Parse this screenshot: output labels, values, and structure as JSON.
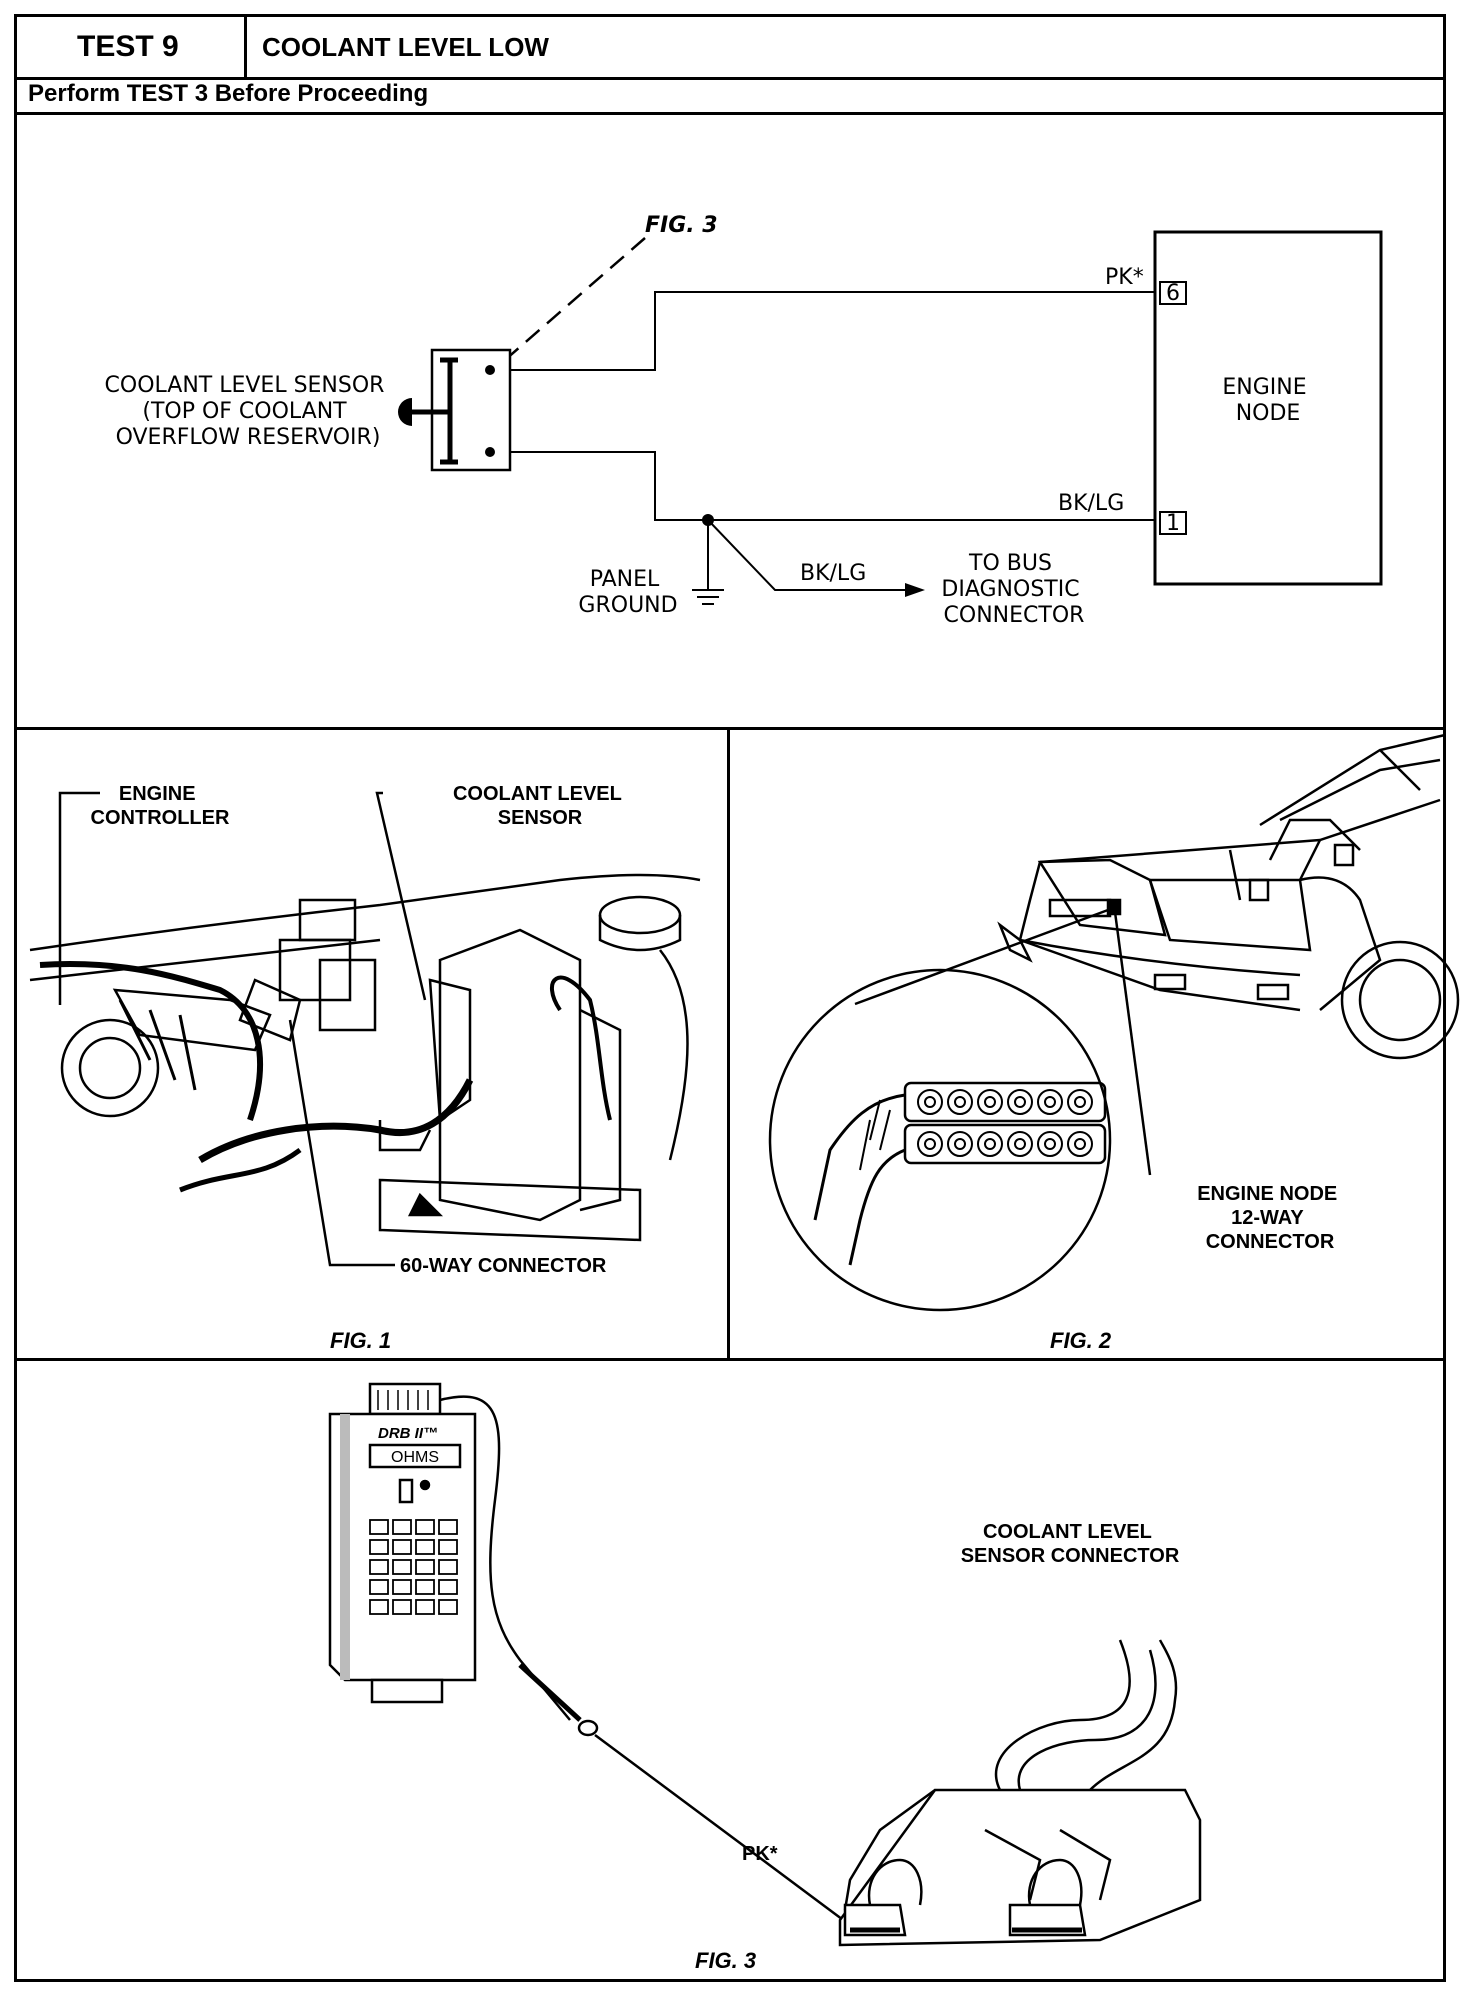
{
  "header": {
    "test_number": "TEST 9",
    "title": "COOLANT LEVEL LOW",
    "subtitle": "Perform TEST 3 Before Proceeding"
  },
  "schematic": {
    "fig_ref": "FIG. 3",
    "sensor_label": [
      "COOLANT LEVEL SENSOR",
      "(TOP OF COOLANT",
      "OVERFLOW RESERVOIR)"
    ],
    "node_label": [
      "ENGINE",
      "NODE"
    ],
    "wire_top_color": "PK*",
    "pin_top": "6",
    "wire_bottom_color": "BK/LG",
    "pin_bottom": "1",
    "ground_label": [
      "PANEL",
      "GROUND"
    ],
    "bus_wire_color": "BK/LG",
    "bus_label": [
      "TO BUS",
      "DIAGNOSTIC",
      "CONNECTOR"
    ]
  },
  "fig1": {
    "caption": "FIG. 1",
    "label_engine_controller": [
      "ENGINE",
      "CONTROLLER"
    ],
    "label_sensor": [
      "COOLANT LEVEL",
      "SENSOR"
    ],
    "label_connector": "60-WAY CONNECTOR"
  },
  "fig2": {
    "caption": "FIG. 2",
    "label_connector": [
      "ENGINE NODE",
      "12-WAY",
      "CONNECTOR"
    ]
  },
  "fig3": {
    "caption": "FIG. 3",
    "tester_brand": "DRB II™",
    "tester_display": "OHMS",
    "label_connector": [
      "COOLANT LEVEL",
      "SENSOR CONNECTOR"
    ],
    "probe_wire": "PK*"
  }
}
